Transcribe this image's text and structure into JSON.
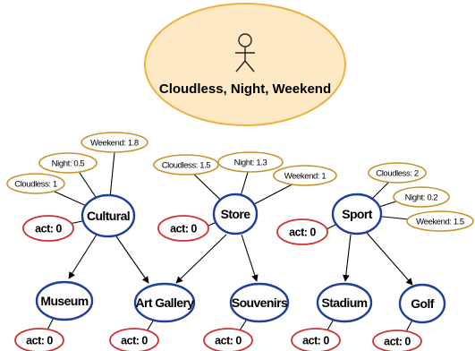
{
  "context": {
    "label": "Cloudless, Night, Weekend",
    "icon": "stick-figure-icon"
  },
  "colors": {
    "context_fill": "#fde9c4",
    "context_stroke": "#f0b040",
    "node_stroke": "#1f3d9a",
    "weight_stroke": "#c8922a",
    "act_stroke": "#d23030",
    "edge": "#000000"
  },
  "categories": [
    {
      "id": "cultural",
      "label": "Cultural",
      "act": "act: 0",
      "weights": [
        "Cloudless: 1",
        "Night: 0.5",
        "Weekend: 1.8"
      ]
    },
    {
      "id": "store",
      "label": "Store",
      "act": "act: 0",
      "weights": [
        "Cloudless: 1.5",
        "Night: 1.3",
        "Weekend: 1"
      ]
    },
    {
      "id": "sport",
      "label": "Sport",
      "act": "act: 0",
      "weights": [
        "Cloudless: 2",
        "Night: 0.2",
        "Weekend: 1.5"
      ]
    }
  ],
  "leaves": [
    {
      "id": "museum",
      "label": "Museum",
      "act": "act: 0",
      "parents": [
        "cultural"
      ]
    },
    {
      "id": "art-gallery",
      "label": "Art Gallery",
      "act": "act: 0",
      "parents": [
        "cultural",
        "store"
      ]
    },
    {
      "id": "souvenirs",
      "label": "Souvenirs",
      "act": "act: 0",
      "parents": [
        "store"
      ]
    },
    {
      "id": "stadium",
      "label": "Stadium",
      "act": "act: 0",
      "parents": [
        "sport"
      ]
    },
    {
      "id": "golf",
      "label": "Golf",
      "act": "act: 0",
      "parents": [
        "sport"
      ]
    }
  ]
}
